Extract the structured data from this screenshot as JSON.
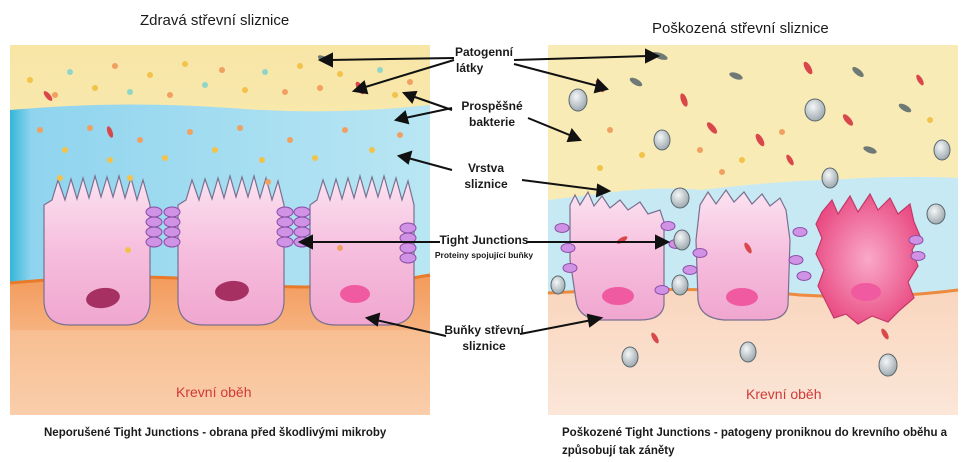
{
  "titles": {
    "left": "Zdravá střevní sliznice",
    "right": "Poškozená střevní sliznice"
  },
  "labels": {
    "pathogens_line1": "Patogenní",
    "pathogens_line2": "látky",
    "beneficial_line1": "Prospěšné",
    "beneficial_line2": "bakterie",
    "mucus_line1": "Vrstva",
    "mucus_line2": "sliznice",
    "tight_junctions": "Tight Junctions",
    "tight_junctions_sub": "Proteiny spojující buňky",
    "cells_line1": "Buňky střevní",
    "cells_line2": "sliznice"
  },
  "blood": {
    "left": "Krevní oběh",
    "right": "Krevní oběh"
  },
  "captions": {
    "left": "Neporušené Tight Junctions - obrana před škodlivými mikroby",
    "right_line1": "Poškozené Tight Junctions - patogeny proniknou do krevního oběhu a",
    "right_line2": "způsobují tak záněty"
  },
  "colors": {
    "lumen": "#f9e7a8",
    "mucus": "#aee2f2",
    "blood_area": "#f7a66c",
    "cell": "#f6b6dc",
    "nucleus_healthy": "#b23a72",
    "nucleus_damaged": "#f05aa0",
    "tight_junction": "#c98be0",
    "pathogen": "#b8c3c8"
  }
}
